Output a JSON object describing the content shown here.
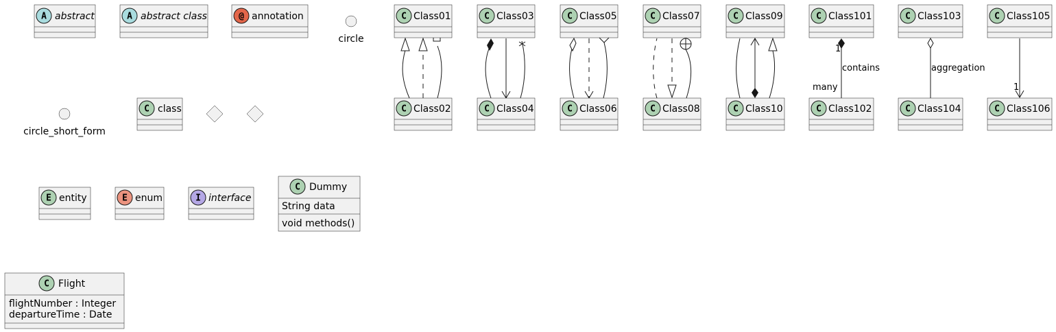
{
  "colors": {
    "class_badge": "#ADD1B2",
    "abstract_badge": "#A9DCDF",
    "annotation_badge": "#E3664A",
    "entity_badge": "#ADD1B2",
    "enum_badge": "#EB937F",
    "interface_badge": "#B4A7E5",
    "box_fill": "#F1F1F1",
    "line": "#181818"
  },
  "elements": {
    "abstract": {
      "name": "abstract",
      "letter": "A"
    },
    "abstract_class": {
      "name": "abstract class",
      "letter": "A"
    },
    "annotation": {
      "name": "annotation",
      "letter": "@"
    },
    "circle": {
      "name": "circle"
    },
    "circle_short_form": {
      "name": "circle_short_form"
    },
    "class": {
      "name": "class",
      "letter": "C"
    },
    "entity": {
      "name": "entity",
      "letter": "E"
    },
    "enum": {
      "name": "enum",
      "letter": "E"
    },
    "interface": {
      "name": "interface",
      "letter": "I"
    },
    "dummy": {
      "name": "Dummy",
      "letter": "C",
      "field": "String data",
      "method": "void methods()"
    },
    "flight": {
      "name": "Flight",
      "letter": "C",
      "field1": "flightNumber : Integer",
      "field2": "departureTime : Date"
    }
  },
  "classes": {
    "c01": "Class01",
    "c02": "Class02",
    "c03": "Class03",
    "c04": "Class04",
    "c05": "Class05",
    "c06": "Class06",
    "c07": "Class07",
    "c08": "Class08",
    "c09": "Class09",
    "c10": "Class10",
    "c101": "Class101",
    "c102": "Class102",
    "c103": "Class103",
    "c104": "Class104",
    "c105": "Class105",
    "c106": "Class106"
  },
  "relations": {
    "contains_label": "contains",
    "contains_src_mult": "1",
    "contains_dst_mult": "many",
    "aggregation_label": "aggregation",
    "c106_mult": "1"
  }
}
